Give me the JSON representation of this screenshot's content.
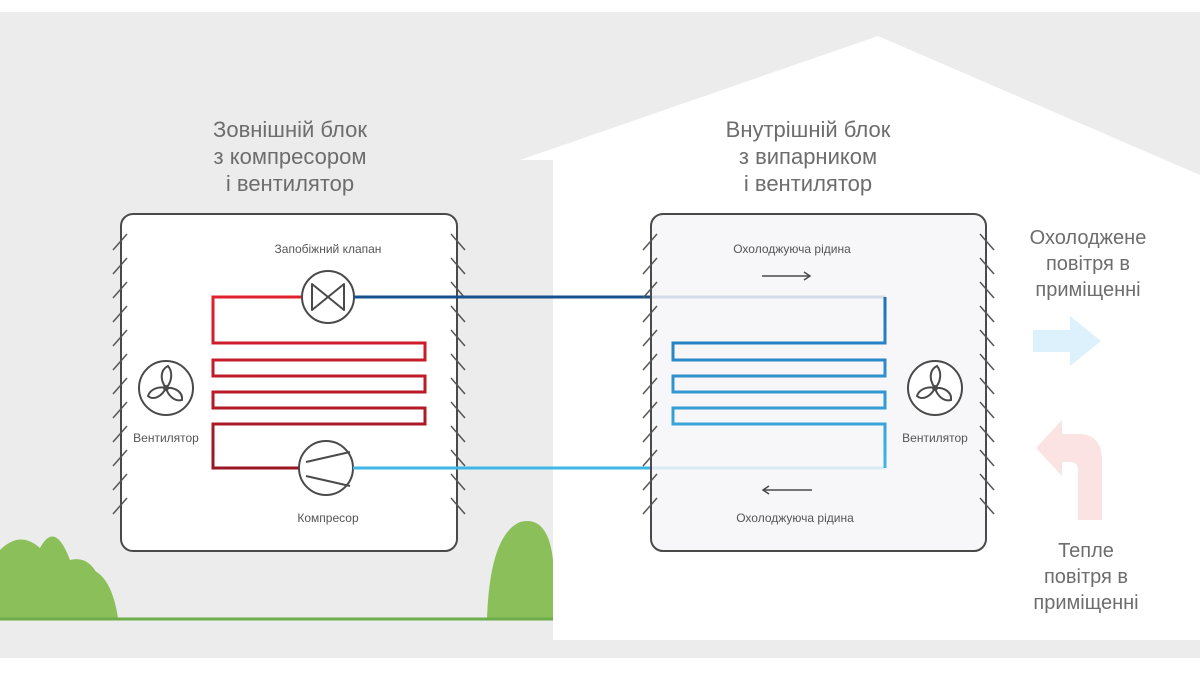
{
  "outdoor": {
    "title": [
      "Зовнішній блок",
      "з компресором",
      "і вентилятор"
    ],
    "valve_label": "Запобіжний клапан",
    "fan_label": "Вентилятор",
    "compressor_label": "Компресор"
  },
  "indoor": {
    "title": [
      "Внутрішній блок",
      "з випарником",
      "і вентилятор"
    ],
    "refrigerant_top": "Охолоджуюча рідина",
    "refrigerant_bottom": "Охолоджуюча рідина",
    "fan_label": "Вентилятор"
  },
  "cooled_air": {
    "lines": [
      "Охолоджене",
      "повітря в",
      "приміщенні"
    ]
  },
  "warm_air": {
    "lines": [
      "Тепле",
      "повітря в",
      "приміщенні"
    ]
  },
  "colors": {
    "outer_bg": "#ececec",
    "house": "#ffffff",
    "unit_stroke": "#4a4a4a",
    "hot_pipe": "#d42030",
    "hot_pipe_dark": "#9a1622",
    "cold_pipe": "#2f8fd0",
    "cold_pipe_dark": "#17518c",
    "cold_pipe_light": "#3fb6e6",
    "cool_arrow": "#dcf1fb",
    "warm_arrow": "#fbe3e3",
    "bush": "#8bbf5a",
    "ground": "#6cae4a",
    "title_text": "#6d6d6d",
    "label_text": "#555555"
  }
}
